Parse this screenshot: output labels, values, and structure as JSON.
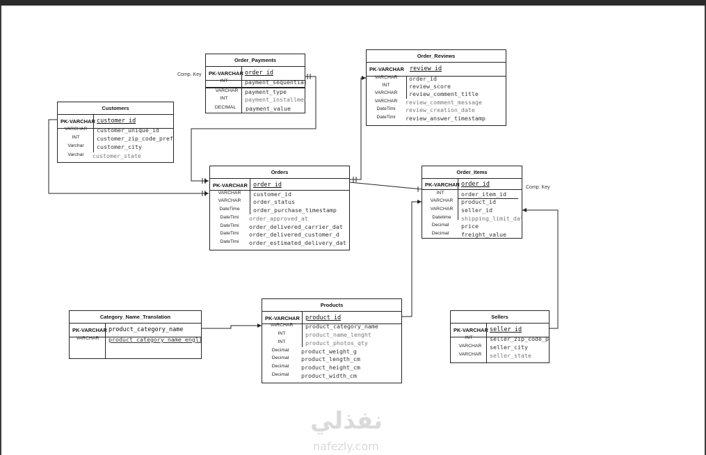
{
  "entities": {
    "order_payments": {
      "title": "Order_Payments",
      "pk_type": "PK-VARCHAR",
      "pk_name": "order_id",
      "fields": [
        {
          "type": "INT",
          "name": "payment_sequential"
        },
        {
          "type": "VARCHAR",
          "name": "payment_type"
        },
        {
          "type": "INT",
          "name": "payment_installmen"
        },
        {
          "type": "DECIMAL",
          "name": "payment_value"
        }
      ]
    },
    "order_reviews": {
      "title": "Order_Reviews",
      "pk_type": "PK-VARCHAR",
      "pk_name": "review_id",
      "fields": [
        {
          "type": "VARCHAR",
          "name": "order_id"
        },
        {
          "type": "INT",
          "name": "review_score"
        },
        {
          "type": "VARCHAR",
          "name": "review_comment_title"
        },
        {
          "type": "VARCHAR",
          "name": "review_comment_message"
        },
        {
          "type": "DateTimi",
          "name": "review_creation_date"
        },
        {
          "type": "DateTimi",
          "name": "review_answer_timestamp"
        }
      ]
    },
    "customers": {
      "title": "Customers",
      "pk_type": "PK-VARCHAR",
      "pk_name": "customer_id",
      "fields": [
        {
          "type": "VARCHAR",
          "name": "customer_unique_id"
        },
        {
          "type": "INT",
          "name": "customer_zip_code_prefi"
        },
        {
          "type": "Varchar",
          "name": "customer_city"
        },
        {
          "type": "Varchar",
          "name": "customer_state"
        }
      ]
    },
    "orders": {
      "title": "Orders",
      "pk_type": "PK-VARCHAR",
      "pk_name": "order_id",
      "fields": [
        {
          "type": "VARCHAR",
          "name": "customer_id"
        },
        {
          "type": "VARCHAR",
          "name": "order_status"
        },
        {
          "type": "DateTime",
          "name": "order_purchase_timestamp"
        },
        {
          "type": "DateTimi",
          "name": "order_approved_at"
        },
        {
          "type": "DateTimi",
          "name": "order_delivered_carrier_dat"
        },
        {
          "type": "DateTimi",
          "name": "order_delivered_customer_d"
        },
        {
          "type": "DateTimi",
          "name": "order_estimated_delivery_dat"
        }
      ]
    },
    "order_items": {
      "title": "Order_Items",
      "pk_type": "PK-VARCHAR",
      "pk_name": "order_id",
      "fields": [
        {
          "type": "INT",
          "name": "order_item_id"
        },
        {
          "type": "VARCHAR",
          "name": "product_id"
        },
        {
          "type": "VARCHAR",
          "name": "seller_id"
        },
        {
          "type": "Datetime",
          "name": "shipping_limit_date"
        },
        {
          "type": "Decimal",
          "name": "price"
        },
        {
          "type": "Decimal",
          "name": "freight_value"
        }
      ]
    },
    "category_name_translation": {
      "title": "Category_Name_Translation",
      "pk_type": "PK-VARCHAR",
      "pk_name": "product_category_name",
      "fields": [
        {
          "type": "VARCHAR",
          "name": "product_category_name_englis"
        }
      ]
    },
    "products": {
      "title": "Products",
      "pk_type": "PK-VARCHAR",
      "pk_name": "product_id",
      "fields": [
        {
          "type": "VARCHAR",
          "name": "product_category_name"
        },
        {
          "type": "INT",
          "name": "product_name_lenght"
        },
        {
          "type": "INT",
          "name": "product_photos_qty"
        },
        {
          "type": "Decimal",
          "name": "product_weight_g"
        },
        {
          "type": "Decimal",
          "name": "product_length_cm"
        },
        {
          "type": "Decimal",
          "name": "product_height_cm"
        },
        {
          "type": "Decimal",
          "name": "product_width_cm"
        }
      ]
    },
    "sellers": {
      "title": "Sellers",
      "pk_type": "PK-VARCHAR",
      "pk_name": "seller_id",
      "fields": [
        {
          "type": "INT",
          "name": "seller_zip_code_pr"
        },
        {
          "type": "VARCHAR",
          "name": "seller_city"
        },
        {
          "type": "VARCHAR",
          "name": "seller_state"
        }
      ]
    }
  },
  "notes": {
    "comp_key_payments": "Comp. Key",
    "comp_key_items": "Comp. Key"
  },
  "watermark": {
    "arabic": "نفذلي",
    "latin": "nafezly.com"
  }
}
